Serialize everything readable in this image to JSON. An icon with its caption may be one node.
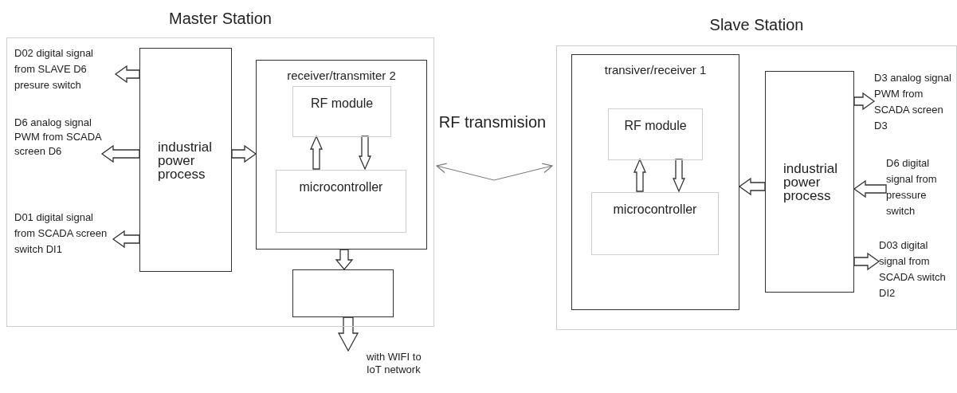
{
  "diagram": {
    "nodes": [
      {
        "text": [
          "Master Station"
        ]
      },
      {
        "text": [
          "industrial power process"
        ],
        "in": 0
      },
      {
        "text": [
          "receiver/transmiter 2"
        ],
        "in": 0
      },
      {
        "text": [
          "RF module"
        ],
        "in": 2
      },
      {
        "text": [
          "microcontroller"
        ],
        "in": 2
      },
      {
        "text": [],
        "shape": "box",
        "in": 0
      },
      {
        "text": [
          "D02 digital signal from SLAVE D6 presure switch"
        ],
        "in": 0
      },
      {
        "text": [
          "D6 analog signal PWM from SCADA screen D6"
        ],
        "in": 0
      },
      {
        "text": [
          "D01 digital signal from SCADA screen switch DI1"
        ],
        "in": 0
      },
      {
        "text": [
          "with WIFI to IoT network"
        ]
      },
      {
        "text": [
          "Slave Station"
        ]
      },
      {
        "text": [
          "transiver/receiver 1"
        ],
        "in": 10
      },
      {
        "text": [
          "RF module"
        ],
        "in": 11
      },
      {
        "text": [
          "microcontroller"
        ],
        "in": 11
      },
      {
        "text": [
          "industrial power process"
        ],
        "in": 10
      },
      {
        "text": [
          "D3 analog signal PWM from SCADA screen D3"
        ],
        "in": 10
      },
      {
        "text": [
          "D6 digital signal from pressure switch"
        ],
        "in": 10
      },
      {
        "text": [
          "D03 digital signal from SCADA switch DI2"
        ],
        "in": 10
      }
    ],
    "edges": [
      {
        "from": 1,
        "to": 6,
        "arrow": "to"
      },
      {
        "from": 1,
        "to": 7,
        "arrow": "to"
      },
      {
        "from": 1,
        "to": 8,
        "arrow": "to"
      },
      {
        "from": 1,
        "to": 2,
        "arrow": "to"
      },
      {
        "from": 4,
        "to": 3,
        "arrow": "to"
      },
      {
        "from": 3,
        "to": 4,
        "arrow": "to"
      },
      {
        "from": 2,
        "to": 5,
        "arrow": "to"
      },
      {
        "from": 5,
        "to": 9,
        "arrow": "to"
      },
      {
        "from": 0,
        "to": 10,
        "arrow": "both"
      },
      {
        "from": 14,
        "to": 11,
        "arrow": "to"
      },
      {
        "from": 13,
        "to": 12,
        "arrow": "to"
      },
      {
        "from": 12,
        "to": 13,
        "arrow": "to"
      },
      {
        "from": 14,
        "to": 15,
        "arrow": "to"
      },
      {
        "from": 16,
        "to": 14,
        "arrow": "to"
      },
      {
        "from": 14,
        "to": 17,
        "arrow": "to"
      }
    ],
    "labels": [
      "RF transmision"
    ]
  }
}
